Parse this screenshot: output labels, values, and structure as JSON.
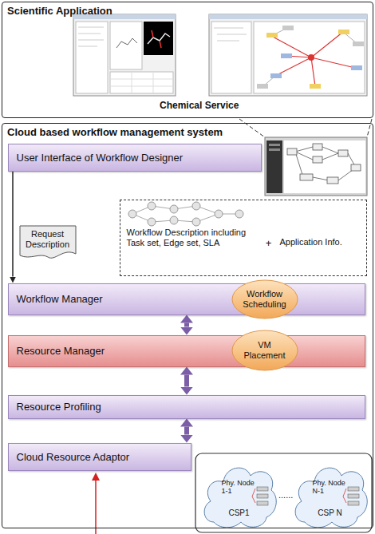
{
  "diagram": {
    "nodes": [
      {
        "text": [
          "Scientific Application"
        ]
      },
      {
        "text": [
          "Cloud based workflow management system"
        ]
      },
      {
        "text": [
          "User Interface of Workflow Designer"
        ],
        "in": 1
      },
      {
        "text": [
          "Request Description"
        ],
        "in": 1
      },
      {
        "text": [
          "Workflow Description including Task set, Edge set, SLA",
          "+",
          "Application Info."
        ],
        "in": 1
      },
      {
        "text": [
          "Workflow Manager"
        ],
        "in": 1
      },
      {
        "text": [
          "Workflow Scheduling"
        ],
        "in": 5
      },
      {
        "text": [
          "Resource Manager"
        ],
        "in": 1
      },
      {
        "text": [
          "VM Placement"
        ],
        "in": 7
      },
      {
        "text": [
          "Resource Profiling"
        ],
        "in": 1
      },
      {
        "text": [
          "Cloud Resource Adaptor"
        ],
        "in": 1
      },
      {
        "text": [
          "Phy. Node 1-1",
          "CSP1"
        ],
        "in": 1
      },
      {
        "text": [
          "Phy. Node N-1",
          "CSP N"
        ],
        "in": 1
      }
    ],
    "edges": [
      {
        "from": 2,
        "to": 5,
        "arrow": "to"
      },
      {
        "from": 5,
        "to": 7,
        "arrow": "both"
      },
      {
        "from": 7,
        "to": 9,
        "arrow": "both"
      },
      {
        "from": 9,
        "to": 10,
        "arrow": "both"
      }
    ],
    "labels": [
      "Chemical Service",
      "......"
    ]
  }
}
